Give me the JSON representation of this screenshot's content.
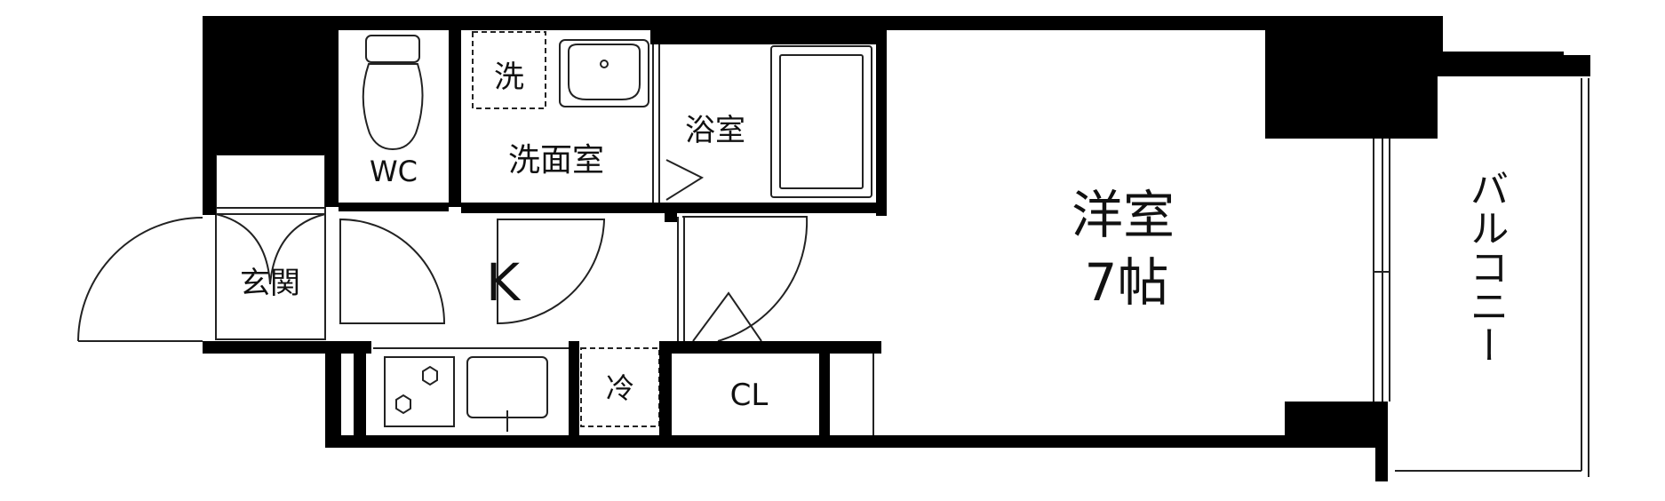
{
  "colors": {
    "wall": "#000000",
    "line": "#222222",
    "background": "#ffffff",
    "text": "#111111"
  },
  "rooms": {
    "toilet": "WC",
    "washer": "洗",
    "washroom": "洗面室",
    "bathroom": "浴室",
    "western_room": "洋室",
    "western_room_size": "7帖",
    "entrance": "玄関",
    "kitchen": "K",
    "fridge": "冷",
    "closet": "CL",
    "balcony": "バルコニー"
  }
}
